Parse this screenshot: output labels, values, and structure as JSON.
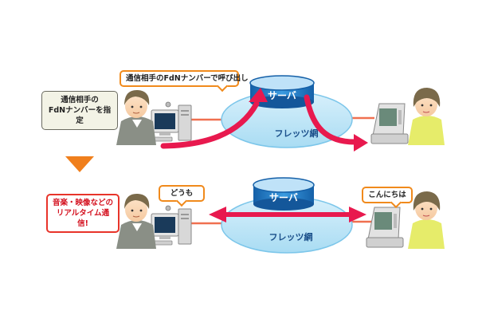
{
  "top": {
    "note_caller": "通信相手の\nFdNナンバーを指定",
    "bubble_call": "通信相手のFdNナンバーで呼び出し",
    "server_label": "サーバ",
    "network_label": "フレッツ網"
  },
  "bottom": {
    "note_realtime": "音楽・映像などの\nリアルタイム通信!",
    "bubble_left": "どうも",
    "bubble_right": "こんにちは",
    "server_label": "サーバ",
    "network_label": "フレッツ網"
  },
  "colors": {
    "network_fill": "#b9e3f5",
    "server_fill": "#1f7dc8",
    "arrow_red": "#e8194e",
    "step_arrow": "#f07f1c",
    "link_line": "#f07050"
  },
  "icons": {
    "person_male": "man-avatar-icon",
    "person_female": "woman-avatar-icon",
    "computer": "desktop-computer-icon",
    "phone": "video-phone-icon"
  }
}
